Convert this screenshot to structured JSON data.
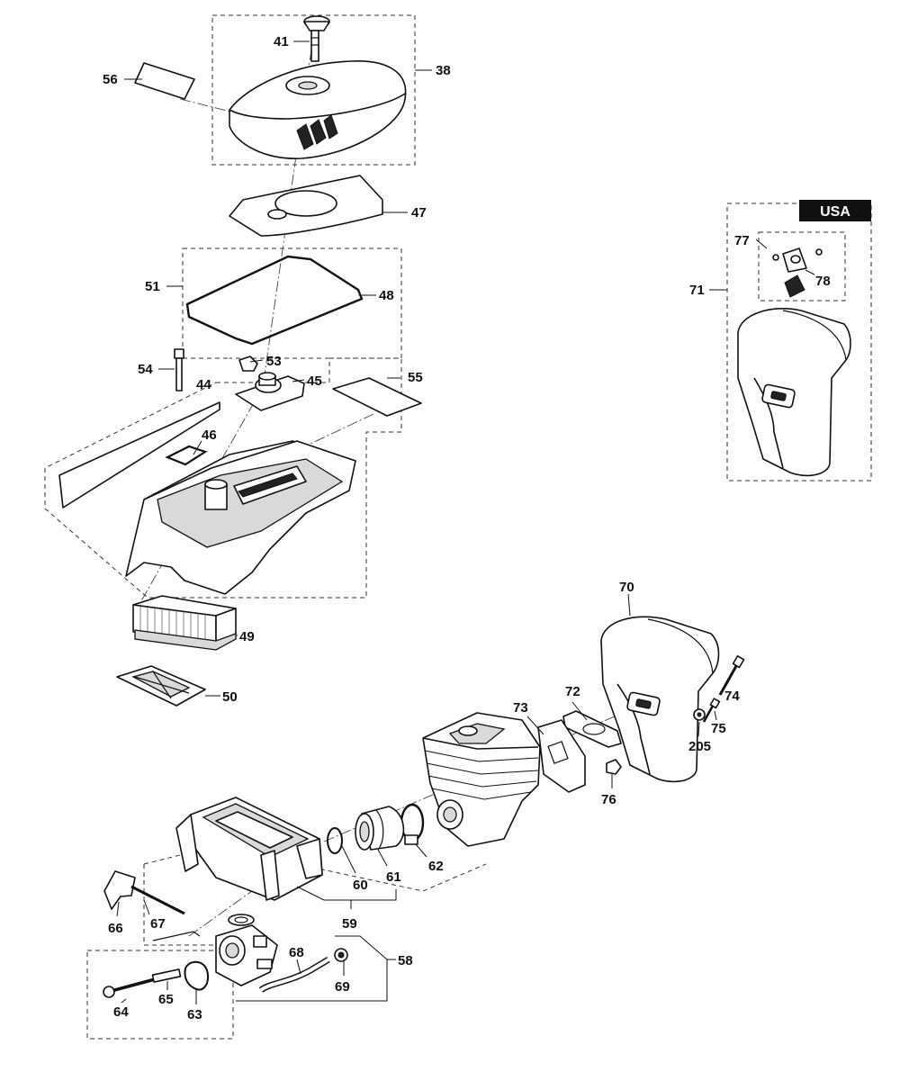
{
  "badge": {
    "text": "USA"
  },
  "callouts": {
    "p41": "41",
    "p38": "38",
    "p56": "56",
    "p47": "47",
    "p51": "51",
    "p48": "48",
    "p54": "54",
    "p53": "53",
    "p45": "45",
    "p55": "55",
    "p44": "44",
    "p46": "46",
    "p49": "49",
    "p50": "50",
    "p77": "77",
    "p78": "78",
    "p71": "71",
    "p70": "70",
    "p72": "72",
    "p73": "73",
    "p74": "74",
    "p75": "75",
    "p205": "205",
    "p76": "76",
    "p60": "60",
    "p61": "61",
    "p62": "62",
    "p59": "59",
    "p66": "66",
    "p67": "67",
    "p68": "68",
    "p69": "69",
    "p58": "58",
    "p64": "64",
    "p65": "65",
    "p63": "63"
  },
  "colors": {
    "ink": "#111111",
    "badge_bg": "#111111",
    "badge_fg": "#ffffff"
  }
}
